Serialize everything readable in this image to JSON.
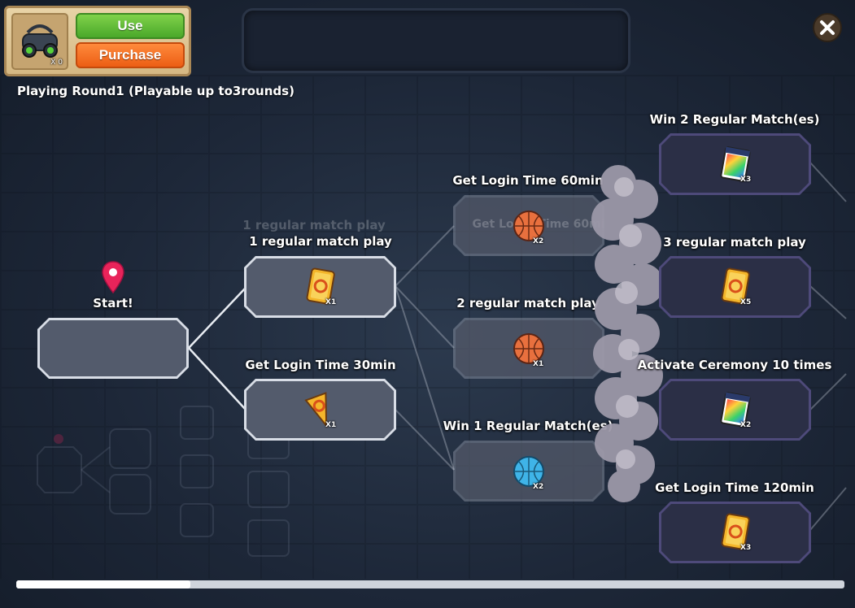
{
  "item": {
    "icon": "binoculars-icon",
    "count": "X 0"
  },
  "buttons": {
    "use": "Use",
    "purchase": "Purchase"
  },
  "round_info": "Playing Round1 (Playable up to3rounds)",
  "start_label": "Start!",
  "ghost_label": "1 regular match play",
  "columns": {
    "col1": [
      {
        "label": "1 regular match play",
        "reward_icon": "card-icon",
        "qty": "X1"
      },
      {
        "label": "Get Login Time 30min",
        "reward_icon": "ticket-icon",
        "qty": "X1"
      }
    ],
    "col2": [
      {
        "label": "Get Login Time 60min",
        "reward_icon": "orange-ball-icon",
        "qty": "X2",
        "faded_text": "Get Login Time 60min"
      },
      {
        "label": "2 regular match play",
        "reward_icon": "orange-ball-icon",
        "qty": "X1"
      },
      {
        "label": "Win 1 Regular Match(es)",
        "reward_icon": "blue-ball-icon",
        "qty": "X2"
      }
    ],
    "col3": [
      {
        "label": "Win 2 Regular Match(es)",
        "reward_icon": "rainbow-card-icon",
        "qty": "X3"
      },
      {
        "label": "3 regular match play",
        "reward_icon": "card-icon",
        "qty": "X5"
      },
      {
        "label": "Activate Ceremony 10 times",
        "reward_icon": "rainbow-card-icon",
        "qty": "X2"
      },
      {
        "label": "Get Login Time 120min",
        "reward_icon": "card-icon",
        "qty": "X3"
      }
    ]
  },
  "progress": {
    "fraction": 0.21
  },
  "colors": {
    "use": "#5cb836",
    "purchase": "#f26a1e",
    "pin": "#e8245a"
  }
}
